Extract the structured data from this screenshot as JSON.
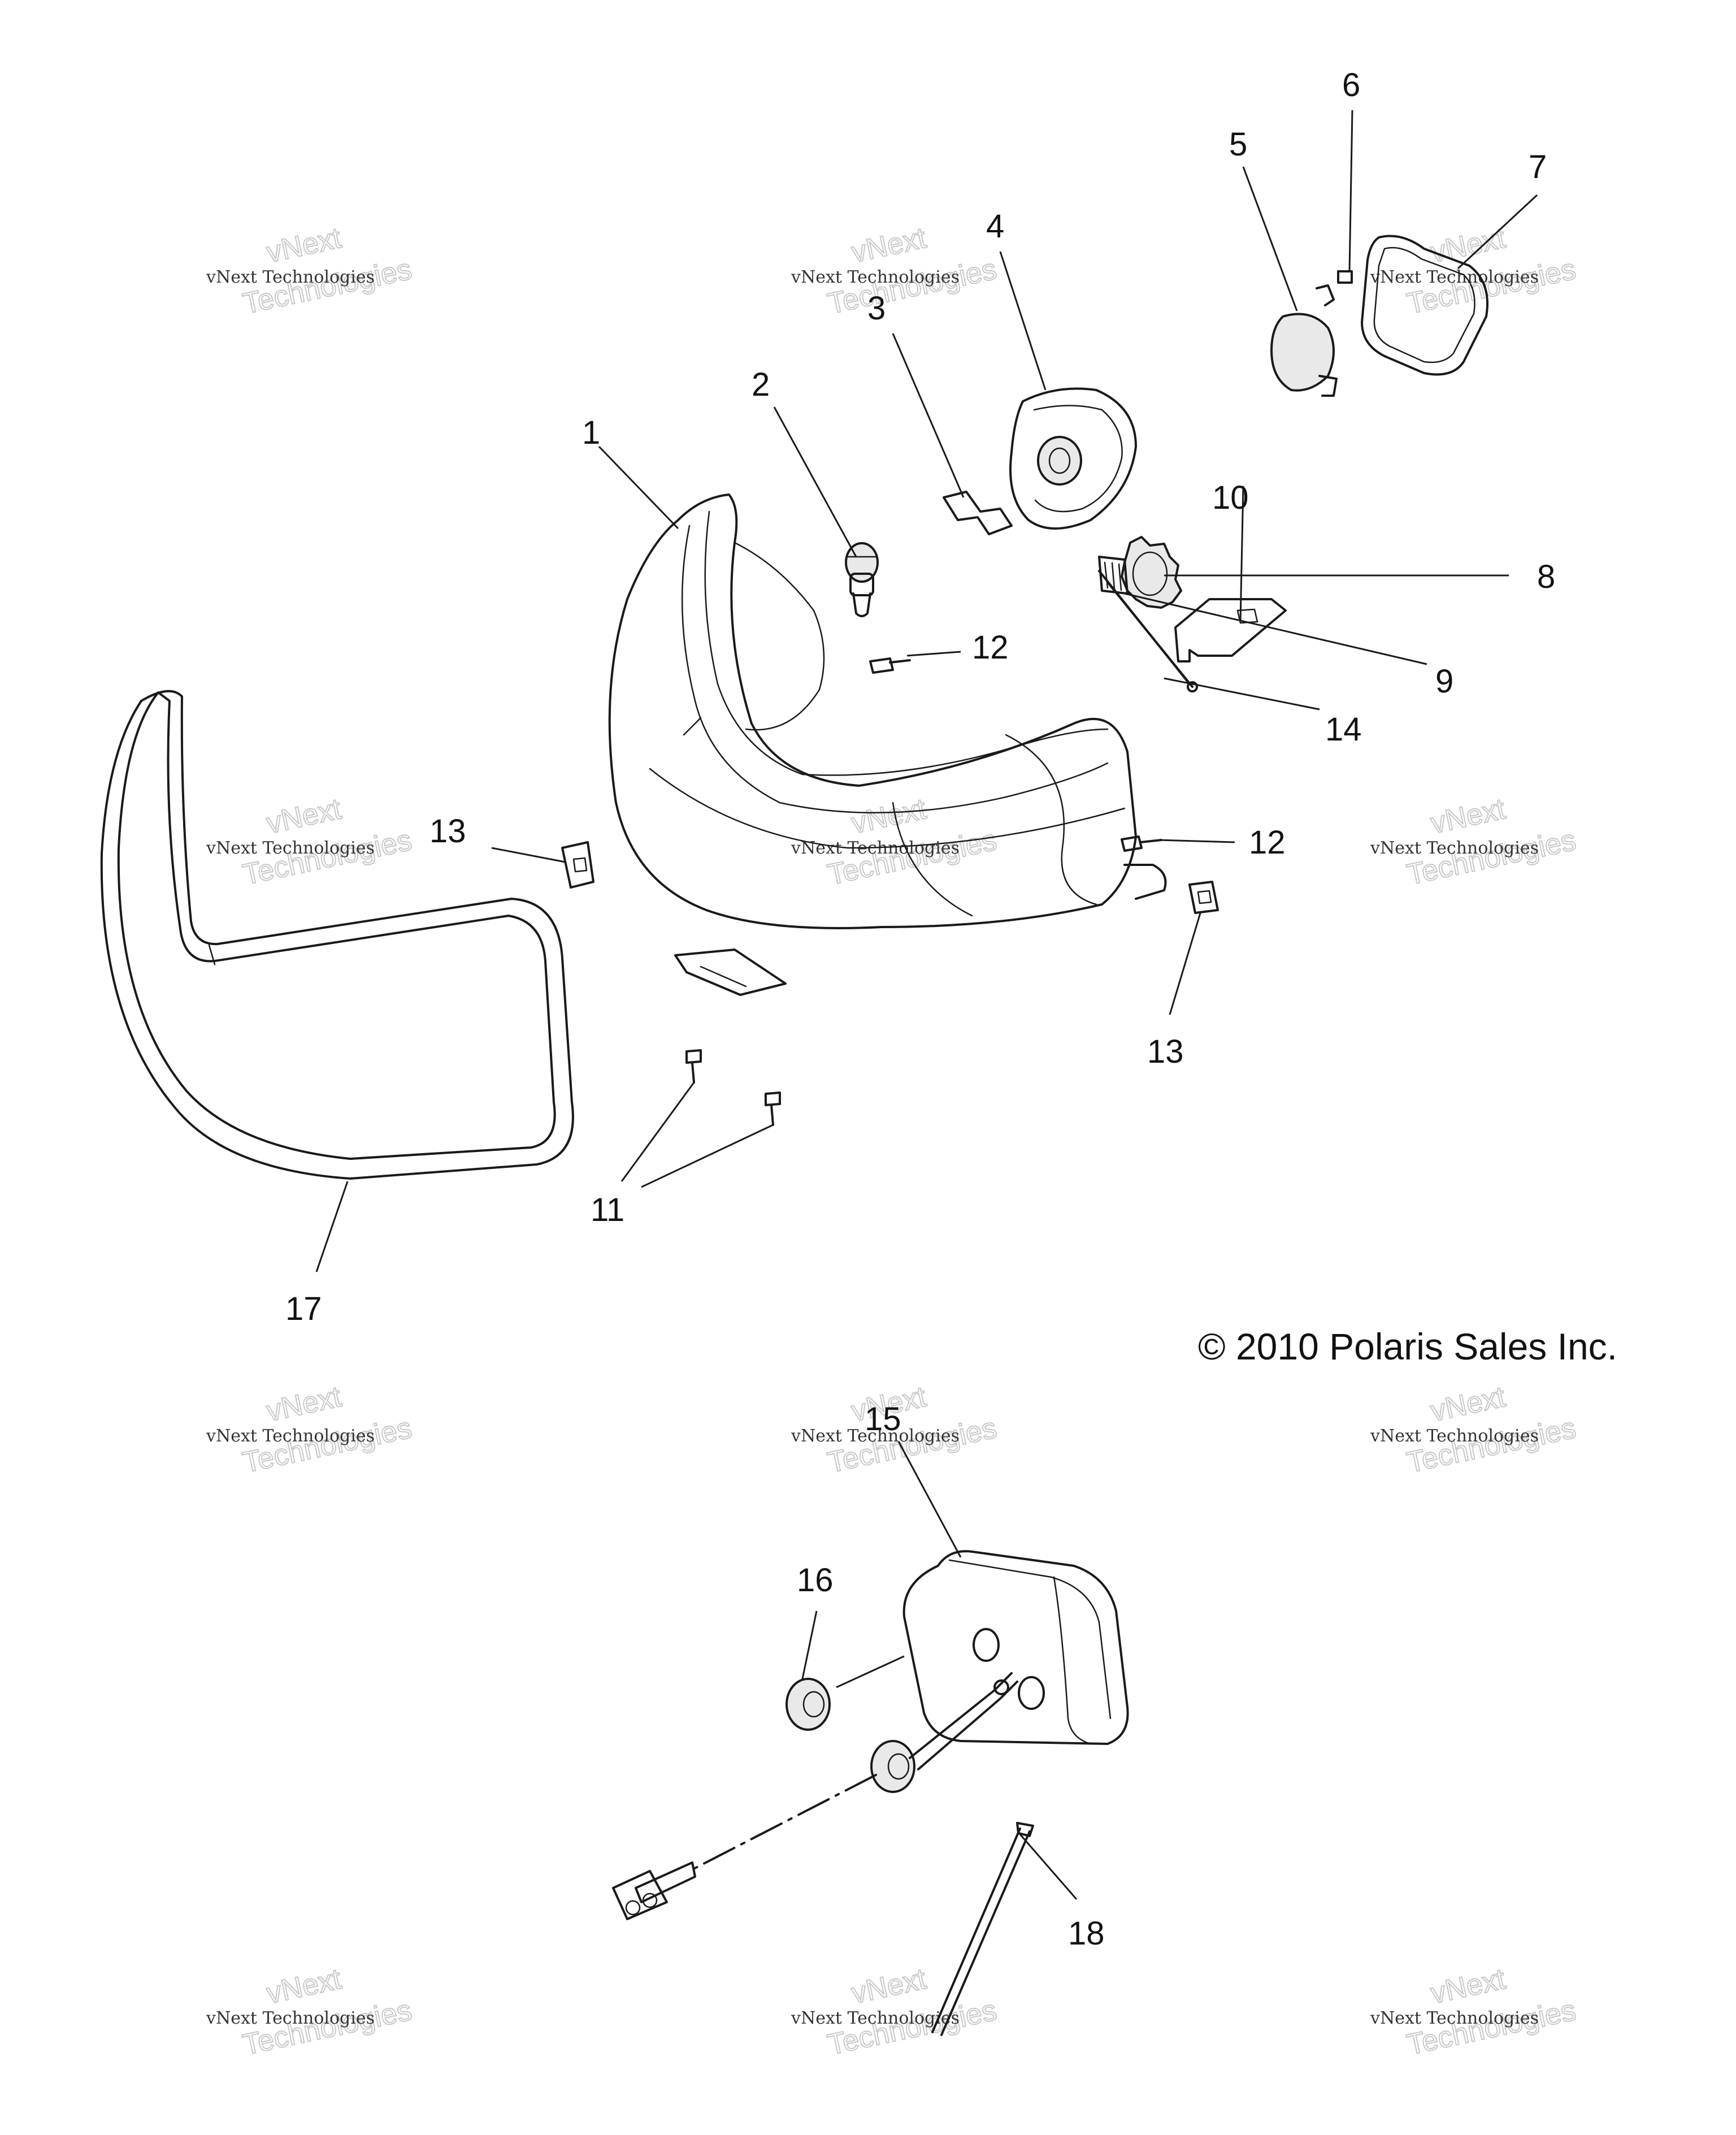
{
  "callouts": [
    {
      "id": "c1",
      "text": "1"
    },
    {
      "id": "c2",
      "text": "2"
    },
    {
      "id": "c3",
      "text": "3"
    },
    {
      "id": "c4",
      "text": "4"
    },
    {
      "id": "c5",
      "text": "5"
    },
    {
      "id": "c6",
      "text": "6"
    },
    {
      "id": "c7",
      "text": "7"
    },
    {
      "id": "c8",
      "text": "8"
    },
    {
      "id": "c9",
      "text": "9"
    },
    {
      "id": "c10",
      "text": "10"
    },
    {
      "id": "c11",
      "text": "11"
    },
    {
      "id": "c12a",
      "text": "12"
    },
    {
      "id": "c12b",
      "text": "12"
    },
    {
      "id": "c13a",
      "text": "13"
    },
    {
      "id": "c13b",
      "text": "13"
    },
    {
      "id": "c14",
      "text": "14"
    },
    {
      "id": "c15",
      "text": "15"
    },
    {
      "id": "c16",
      "text": "16"
    },
    {
      "id": "c17",
      "text": "17"
    },
    {
      "id": "c18",
      "text": "18"
    }
  ],
  "copyright": "© 2010 Polaris Sales Inc.",
  "watermark": {
    "line1": "vNext",
    "line2": "vNext Technologies",
    "line3": "Technologies"
  }
}
